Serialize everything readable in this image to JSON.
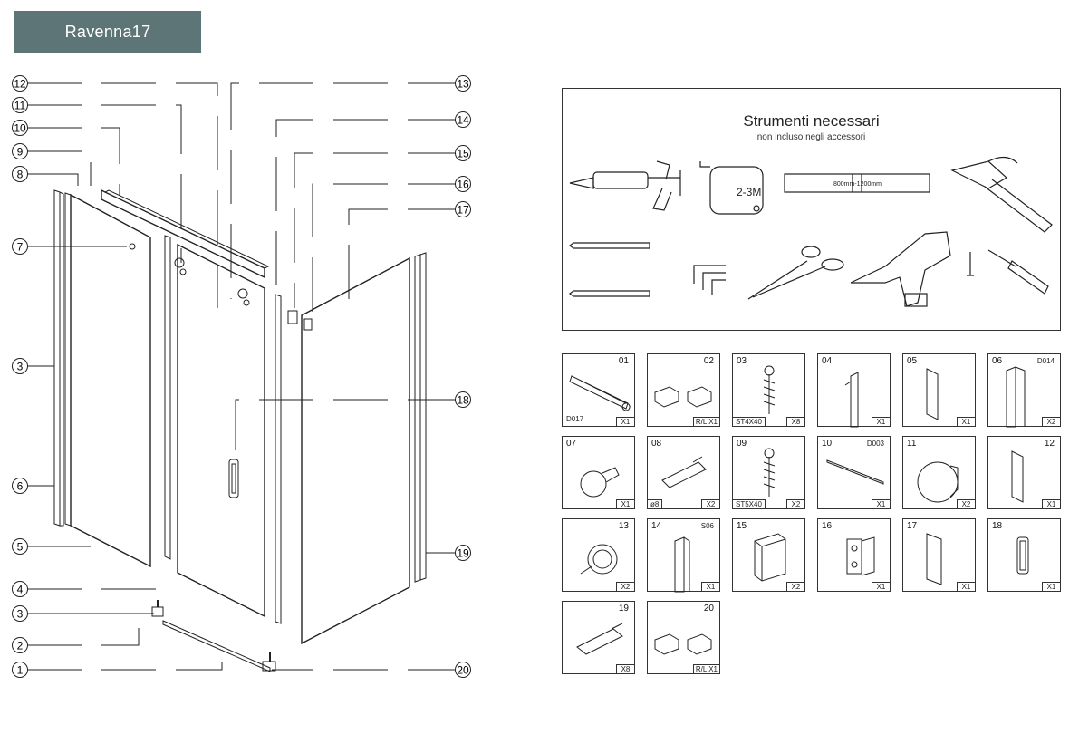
{
  "header": {
    "title": "Ravenna17"
  },
  "tools": {
    "title": "Strumenti necessari",
    "subtitle": "non incluso negli accessori",
    "tape_label": "2-3M",
    "level_label": "800mm-1200mm"
  },
  "callouts_left": [
    "12",
    "11",
    "10",
    "9",
    "8",
    "7",
    "3",
    "6",
    "5",
    "4",
    "3",
    "2",
    "1"
  ],
  "callouts_right": [
    "13",
    "14",
    "15",
    "16",
    "17",
    "18",
    "19",
    "20"
  ],
  "parts": [
    {
      "num": "01",
      "side": "r",
      "code": "D017",
      "code_pos": "bl",
      "qty": "X1"
    },
    {
      "num": "02",
      "side": "r",
      "qty": "R/L X1",
      "wide": true
    },
    {
      "num": "03",
      "side": "l",
      "spec": "ST4X40",
      "qty": "X8"
    },
    {
      "num": "04",
      "side": "l",
      "qty": "X1"
    },
    {
      "num": "05",
      "side": "l",
      "qty": "X1"
    },
    {
      "num": "06",
      "side": "l",
      "code": "D014",
      "code_pos": "tr",
      "qty": "X2"
    },
    {
      "num": "07",
      "side": "l",
      "qty": "X1"
    },
    {
      "num": "08",
      "side": "l",
      "spec": "ø8",
      "qty": "X2"
    },
    {
      "num": "09",
      "side": "l",
      "spec": "ST5X40",
      "qty": "X2"
    },
    {
      "num": "10",
      "side": "l",
      "code": "D003",
      "code_pos": "tr",
      "qty": "X1"
    },
    {
      "num": "11",
      "side": "l",
      "qty": "X2"
    },
    {
      "num": "12",
      "side": "r",
      "qty": "X1"
    },
    {
      "num": "13",
      "side": "r",
      "qty": "X2"
    },
    {
      "num": "14",
      "side": "l",
      "code": "S06",
      "code_pos": "tr",
      "qty": "X1"
    },
    {
      "num": "15",
      "side": "l",
      "qty": "X2"
    },
    {
      "num": "16",
      "side": "l",
      "qty": "X1"
    },
    {
      "num": "17",
      "side": "l",
      "qty": "X1"
    },
    {
      "num": "18",
      "side": "l",
      "qty": "X1"
    },
    {
      "num": "19",
      "side": "r",
      "qty": "X8"
    },
    {
      "num": "20",
      "side": "r",
      "qty": "R/L X1",
      "wide": true
    }
  ]
}
